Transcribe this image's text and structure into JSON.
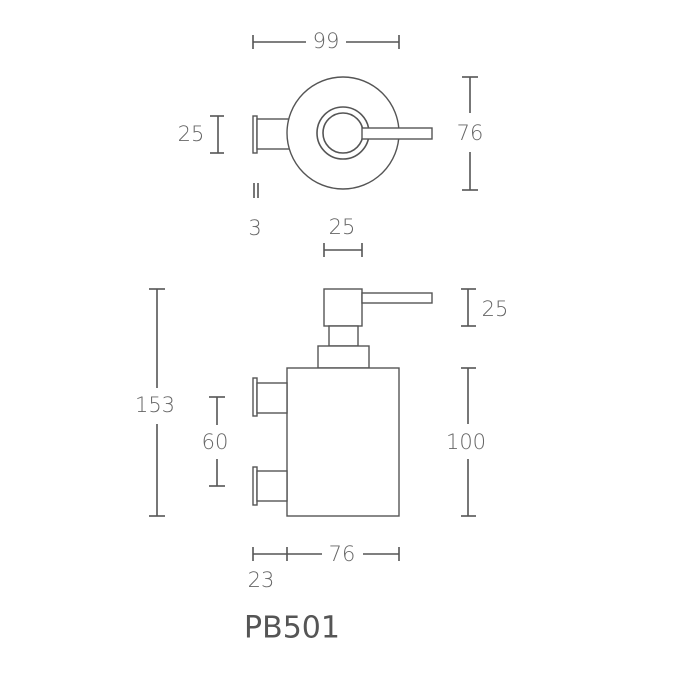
{
  "top_view": {
    "width_label": "99",
    "height_label": "76",
    "bracket_height_label": "25",
    "plate_thickness_label": "3",
    "pump_diameter_label": "25"
  },
  "side_view": {
    "total_height_label": "153",
    "bracket_spacing_label": "60",
    "body_height_label": "100",
    "pump_height_label": "25",
    "body_width_label": "76",
    "wall_offset_label": "23"
  },
  "model": "PB501"
}
